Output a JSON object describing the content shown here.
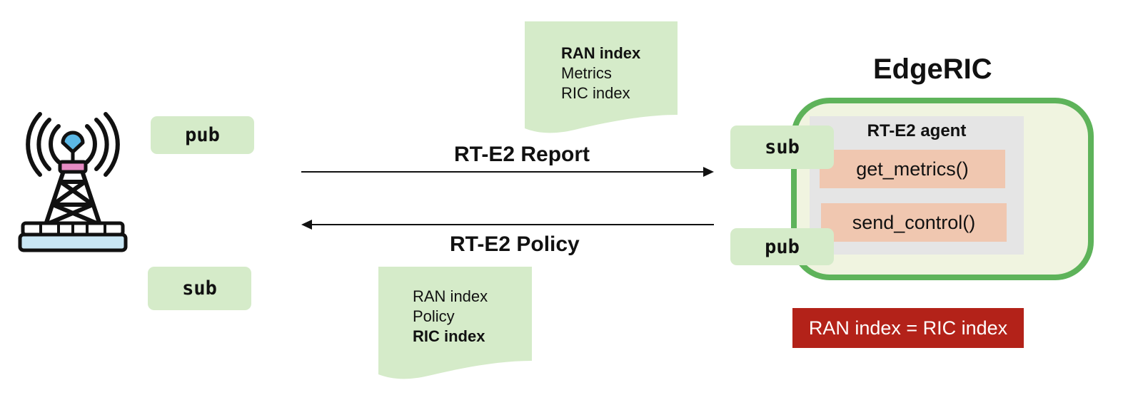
{
  "left_node": {
    "pub_label": "pub",
    "sub_label": "sub",
    "icon": "cell-tower-icon"
  },
  "report_doc": {
    "line1": "RAN index",
    "line2": "Metrics",
    "line3": "RIC index"
  },
  "policy_doc": {
    "line1": "RAN index",
    "line2": "Policy",
    "line3": "RIC index"
  },
  "arrows": {
    "report_label": "RT-E2 Report",
    "policy_label": "RT-E2 Policy"
  },
  "edgeric": {
    "title": "EdgeRIC",
    "agent_title": "RT-E2 agent",
    "fn1": "get_metrics()",
    "fn2": "send_control()",
    "sub_label": "sub",
    "pub_label": "pub",
    "badge": "RAN index = RIC index"
  },
  "colors": {
    "pubsub_fill": "#d5ebc9",
    "ric_border": "#5eb35a",
    "fn_fill": "#f0c7b0",
    "badge_fill": "#b32219"
  }
}
